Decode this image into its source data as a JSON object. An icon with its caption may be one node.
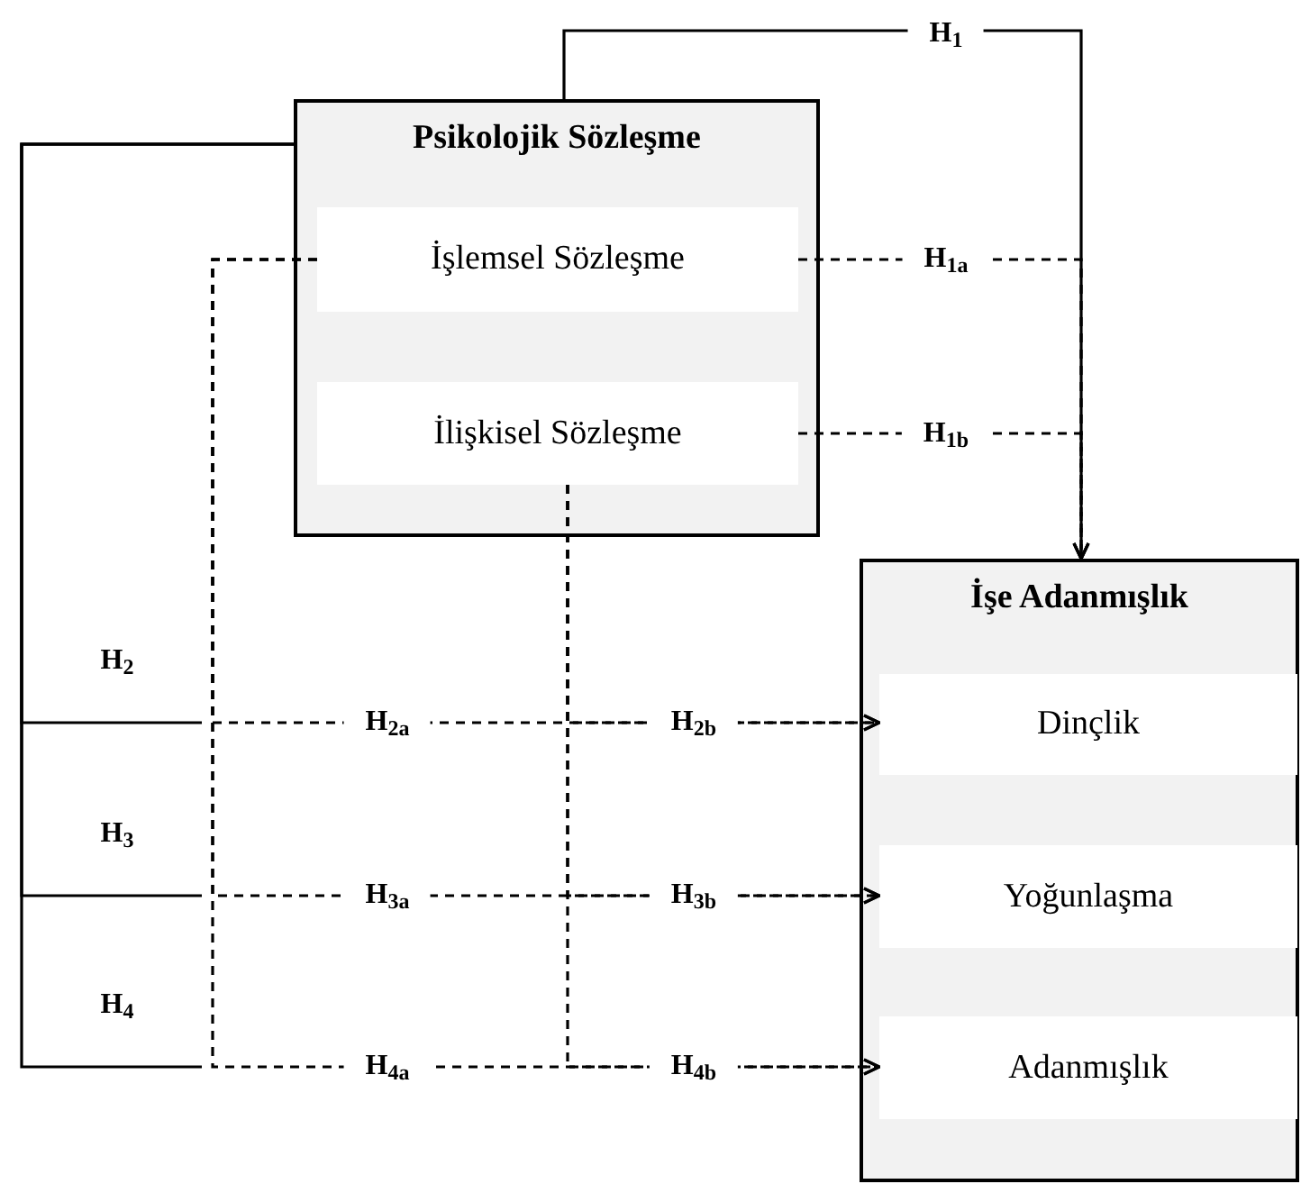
{
  "diagram": {
    "nodes": [
      {
        "text": [
          "Psikolojik Sözleşme"
        ]
      },
      {
        "text": [
          "İşlemsel Sözleşme"
        ],
        "in": 0
      },
      {
        "text": [
          "İlişkisel Sözleşme"
        ],
        "in": 0
      },
      {
        "text": [
          "İşe Adanmışlık"
        ]
      },
      {
        "text": [
          "Dinçlik"
        ],
        "in": 3
      },
      {
        "text": [
          "Yoğunlaşma"
        ],
        "in": 3
      },
      {
        "text": [
          "Adanmışlık"
        ],
        "in": 3
      }
    ],
    "edges": [
      {
        "from": 0,
        "to": 3,
        "arrow": "to",
        "label": "H$_{1}$"
      },
      {
        "from": 1,
        "to": 3,
        "arrow": "to",
        "label": "H$_{1a}$",
        "style": "dashed"
      },
      {
        "from": 2,
        "to": 3,
        "arrow": "to",
        "label": "H$_{1b}$",
        "style": "dashed"
      },
      {
        "from": 0,
        "to": 4,
        "arrow": "to",
        "label": "H$_{2}$"
      },
      {
        "from": 0,
        "to": 5,
        "arrow": "to",
        "label": "H$_{3}$"
      },
      {
        "from": 0,
        "to": 6,
        "arrow": "to",
        "label": "H$_{4}$"
      },
      {
        "from": 1,
        "to": 4,
        "arrow": "to",
        "label": "H$_{2a}$",
        "style": "dashed"
      },
      {
        "from": 1,
        "to": 5,
        "arrow": "to",
        "label": "H$_{3a}$",
        "style": "dashed"
      },
      {
        "from": 1,
        "to": 6,
        "arrow": "to",
        "label": "H$_{4a}$",
        "style": "dashed"
      },
      {
        "from": 2,
        "to": 4,
        "arrow": "to",
        "label": "H$_{2b}$",
        "style": "dashed"
      },
      {
        "from": 2,
        "to": 5,
        "arrow": "to",
        "label": "H$_{3b}$",
        "style": "dashed"
      },
      {
        "from": 2,
        "to": 6,
        "arrow": "to",
        "label": "H$_{4b}$",
        "style": "dashed"
      }
    ]
  }
}
